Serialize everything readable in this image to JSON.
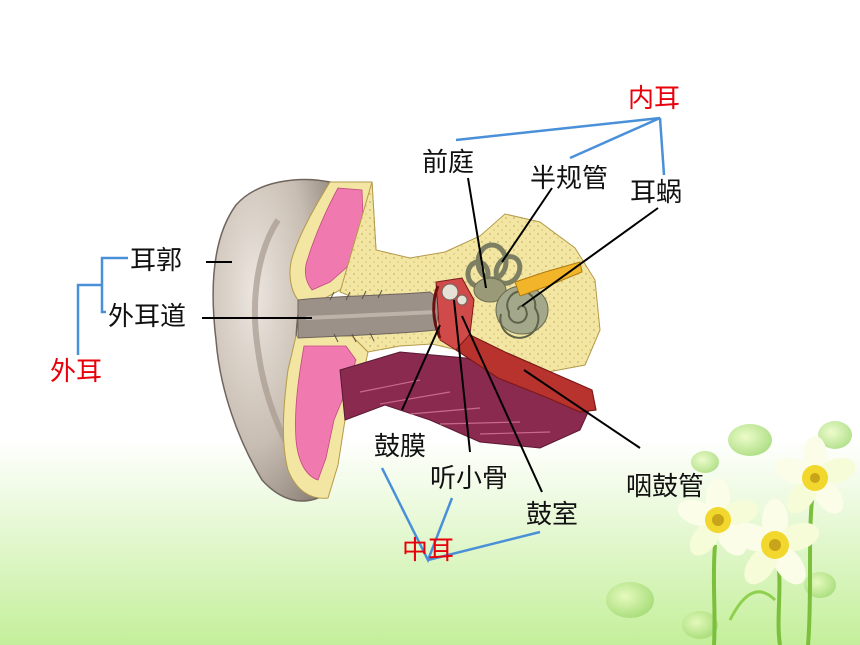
{
  "labels": {
    "outer_ear": "外耳",
    "auricle": "耳郭",
    "ear_canal": "外耳道",
    "inner_ear": "内耳",
    "vestibule": "前庭",
    "semicircular_canals": "半规管",
    "cochlea": "耳蜗",
    "eardrum": "鼓膜",
    "ossicles": "听小骨",
    "tympanic_cavity": "鼓室",
    "eustachian_tube": "咽鼓管",
    "middle_ear": "中耳"
  },
  "colors": {
    "group_label": "#e8000a",
    "bracket": "#4a90d9",
    "leader_line": "#000000",
    "cartilage": "#f07ab0",
    "bone": "#f2e6a2",
    "skin": "#c9bfb5"
  }
}
